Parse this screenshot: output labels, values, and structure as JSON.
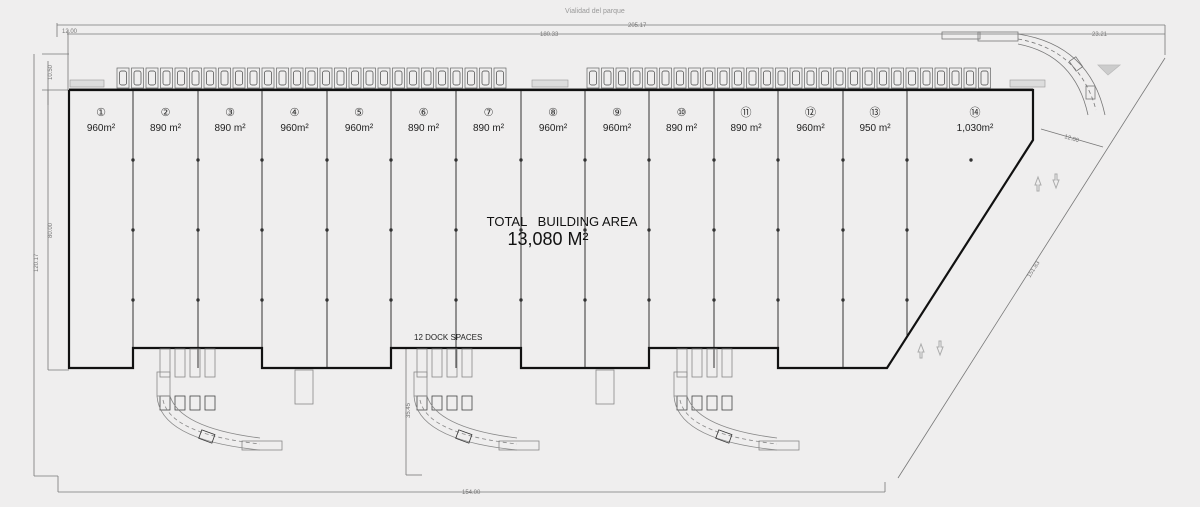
{
  "road_label": "Vialidad del parque",
  "dimensions": {
    "overall_width": "205.17",
    "inner_width": "180.33",
    "left_offset": "12.00",
    "right_offset": "23.21",
    "parking_depth": "10.50",
    "building_depth": "80.00",
    "site_depth": "120.17",
    "bottom_width": "154.00",
    "diagonal_length": "151.83",
    "road_width": "12.00",
    "dock_depth": "35.45"
  },
  "units": [
    {
      "num": "①",
      "area": "960m²"
    },
    {
      "num": "②",
      "area": "890 m²"
    },
    {
      "num": "③",
      "area": "890 m²"
    },
    {
      "num": "④",
      "area": "960m²"
    },
    {
      "num": "⑤",
      "area": "960m²"
    },
    {
      "num": "⑥",
      "area": "890 m²"
    },
    {
      "num": "⑦",
      "area": "890 m²"
    },
    {
      "num": "⑧",
      "area": "960m²"
    },
    {
      "num": "⑨",
      "area": "960m²"
    },
    {
      "num": "⑩",
      "area": "890 m²"
    },
    {
      "num": "⑪",
      "area": "890 m²"
    },
    {
      "num": "⑫",
      "area": "960m²"
    },
    {
      "num": "⑬",
      "area": "950 m²"
    },
    {
      "num": "⑭",
      "area": "1,030m²"
    }
  ],
  "total": {
    "label": "TOTAL   BUILDING AREA",
    "value": "13,080 M²"
  },
  "dock_label": "12 DOCK SPACES",
  "colors": {
    "background": "#efeeee",
    "wall": "#111111",
    "line": "#777777"
  }
}
